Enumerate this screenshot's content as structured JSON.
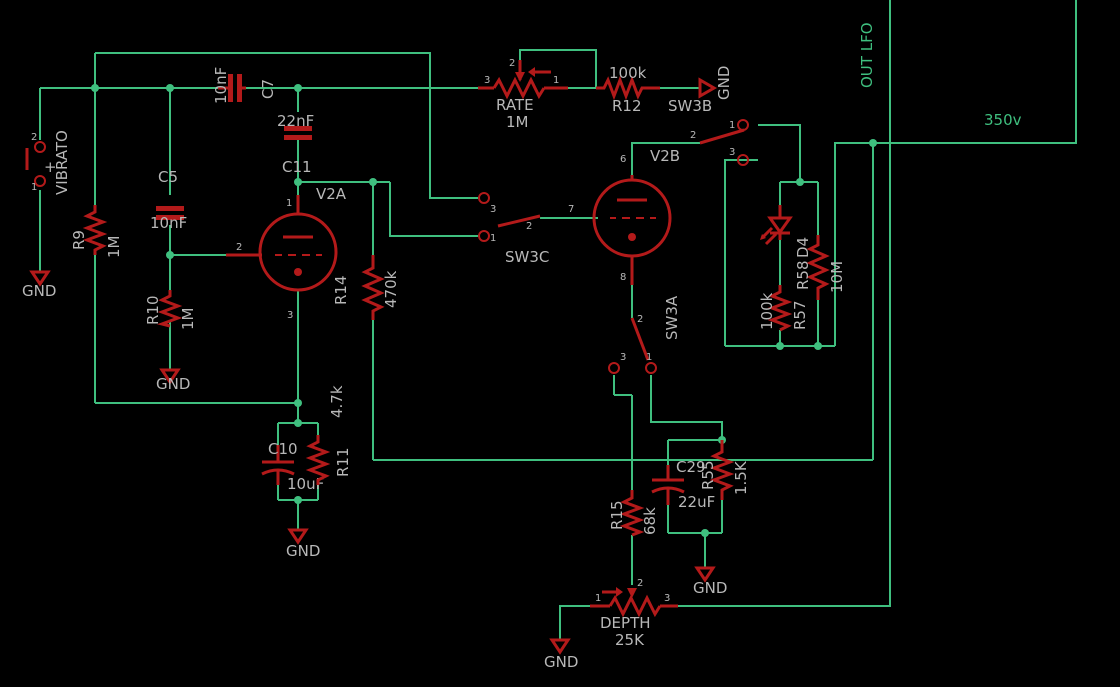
{
  "schematic": {
    "net_labels": {
      "out_lfo": "OUT LFO",
      "hv": "350v"
    },
    "ground": "GND",
    "components": {
      "vibrato": {
        "name": "VIBRATO",
        "pins": [
          "2",
          "1"
        ],
        "plus": "+"
      },
      "c7": {
        "name": "C7",
        "value": "10nF"
      },
      "c11": {
        "name": "C11",
        "value": "22nF"
      },
      "c5": {
        "name": "C5",
        "value": "10nF"
      },
      "r9": {
        "name": "R9",
        "value": "1M"
      },
      "r10": {
        "name": "R10",
        "value": "1M"
      },
      "v2a": {
        "name": "V2A",
        "pins": [
          "1",
          "2",
          "3"
        ]
      },
      "r14": {
        "name": "R14",
        "value": "470k"
      },
      "c10": {
        "name": "C10",
        "value": "10uF"
      },
      "r11": {
        "name": "R11",
        "value": "4.7k"
      },
      "rate": {
        "name": "RATE",
        "value": "1M",
        "pins": [
          "3",
          "2",
          "1"
        ]
      },
      "r12": {
        "name": "R12",
        "value": "100k"
      },
      "sw3b": {
        "name": "SW3B",
        "pins": [
          "2",
          "1",
          "3"
        ]
      },
      "sw3c": {
        "name": "SW3C",
        "pins": [
          "3",
          "1",
          "2"
        ]
      },
      "v2b": {
        "name": "V2B",
        "pins": [
          "6",
          "7",
          "8"
        ]
      },
      "sw3a": {
        "name": "SW3A",
        "pins": [
          "2",
          "3",
          "1"
        ]
      },
      "d4": {
        "name": "D4"
      },
      "r58": {
        "name": "R58",
        "value": "10M"
      },
      "r57": {
        "name": "R57",
        "value": "100k"
      },
      "c29": {
        "name": "C29",
        "value": "22uF"
      },
      "r55": {
        "name": "R55",
        "value": "1.5K"
      },
      "r15": {
        "name": "R15",
        "value": "68k"
      },
      "depth": {
        "name": "DEPTH",
        "value": "25K",
        "pins": [
          "1",
          "2",
          "3"
        ]
      }
    }
  }
}
